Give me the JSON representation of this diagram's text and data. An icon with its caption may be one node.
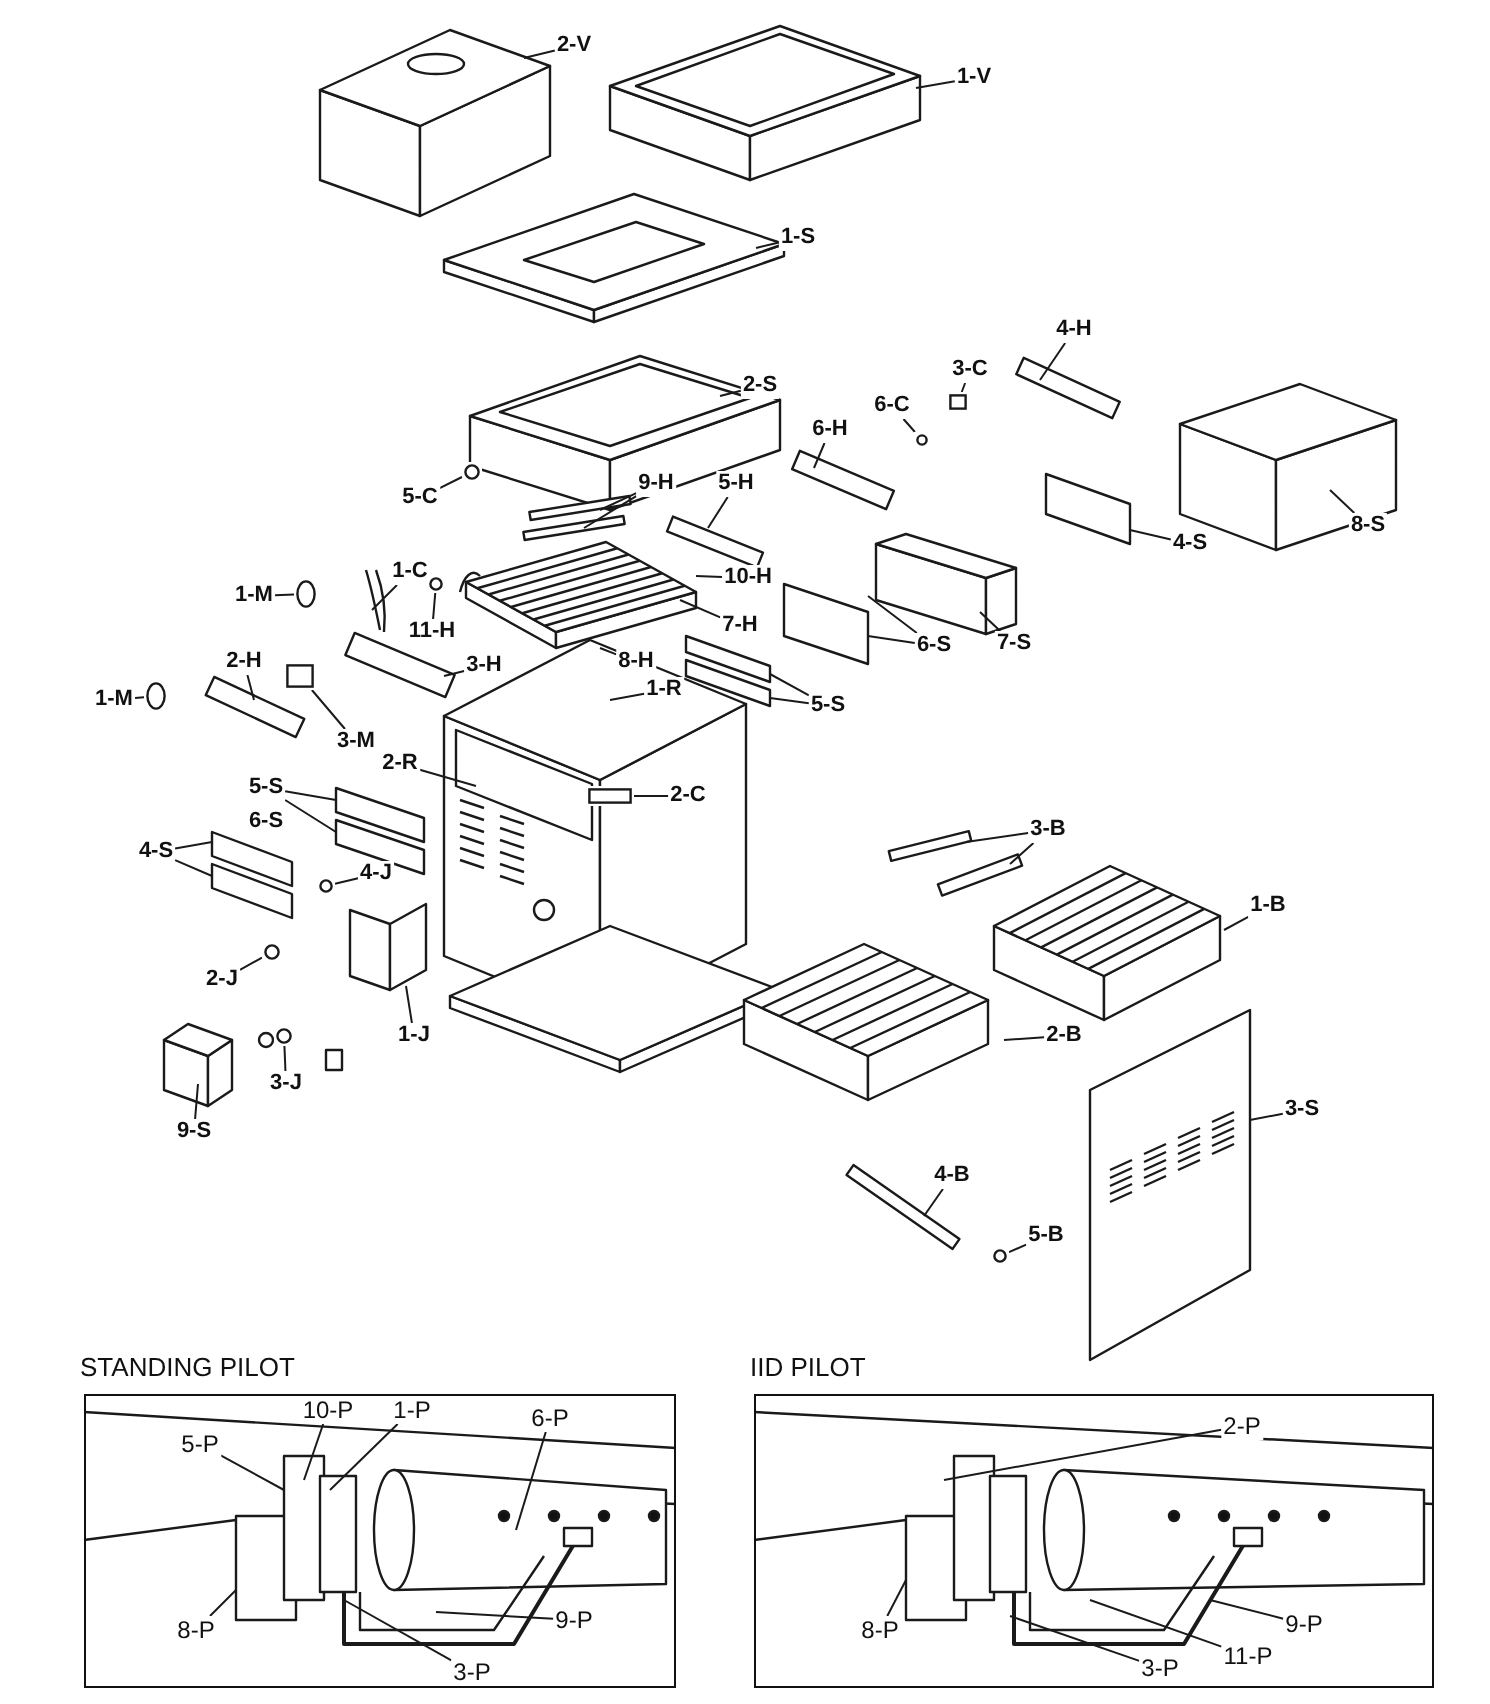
{
  "diagram": {
    "nodes": [
      {
        "text": [
          "2-V"
        ]
      },
      {
        "text": [
          "1-V"
        ]
      },
      {
        "text": [
          "1-S"
        ]
      },
      {
        "text": [
          "2-S"
        ]
      },
      {
        "text": [
          "5-C"
        ]
      },
      {
        "text": [
          "9-H"
        ]
      },
      {
        "text": [
          "5-H"
        ]
      },
      {
        "text": [
          "6-H"
        ]
      },
      {
        "text": [
          "6-C"
        ]
      },
      {
        "text": [
          "3-C"
        ]
      },
      {
        "text": [
          "4-H"
        ]
      },
      {
        "text": [
          "8-S"
        ]
      },
      {
        "text": [
          "4-S"
        ]
      },
      {
        "text": [
          "7-S"
        ]
      },
      {
        "text": [
          "6-S"
        ]
      },
      {
        "text": [
          "1-M"
        ]
      },
      {
        "text": [
          "1-C"
        ]
      },
      {
        "text": [
          "11-H"
        ]
      },
      {
        "text": [
          "10-H"
        ]
      },
      {
        "text": [
          "7-H"
        ]
      },
      {
        "text": [
          "8-H"
        ]
      },
      {
        "text": [
          "3-H"
        ]
      },
      {
        "text": [
          "2-H"
        ]
      },
      {
        "text": [
          "1-M"
        ]
      },
      {
        "text": [
          "3-M"
        ]
      },
      {
        "text": [
          "1-R"
        ]
      },
      {
        "text": [
          "2-R"
        ]
      },
      {
        "text": [
          "2-C"
        ]
      },
      {
        "text": [
          "5-S"
        ]
      },
      {
        "text": [
          "4-S"
        ]
      },
      {
        "text": [
          "4-J"
        ]
      },
      {
        "text": [
          "2-J"
        ]
      },
      {
        "text": [
          "1-J"
        ]
      },
      {
        "text": [
          "3-J"
        ]
      },
      {
        "text": [
          "9-S"
        ]
      },
      {
        "text": [
          "3-B"
        ]
      },
      {
        "text": [
          "1-B"
        ]
      },
      {
        "text": [
          "2-B"
        ]
      },
      {
        "text": [
          "3-S"
        ]
      },
      {
        "text": [
          "4-B"
        ]
      },
      {
        "text": [
          "5-B"
        ]
      },
      {
        "text": [
          "5-S"
        ]
      },
      {
        "text": [
          "STANDING PILOT"
        ]
      },
      {
        "text": [
          "10-P"
        ],
        "in": 42
      },
      {
        "text": [
          "1-P"
        ],
        "in": 42
      },
      {
        "text": [
          "5-P"
        ],
        "in": 42
      },
      {
        "text": [
          "6-P"
        ],
        "in": 42
      },
      {
        "text": [
          "8-P"
        ],
        "in": 42
      },
      {
        "text": [
          "9-P"
        ],
        "in": 42
      },
      {
        "text": [
          "3-P"
        ],
        "in": 42
      },
      {
        "text": [
          "IID PILOT"
        ]
      },
      {
        "text": [
          "2-P"
        ],
        "in": 50
      },
      {
        "text": [
          "8-P"
        ],
        "in": 50
      },
      {
        "text": [
          "9-P"
        ],
        "in": 50
      },
      {
        "text": [
          "11-P"
        ],
        "in": 50
      },
      {
        "text": [
          "3-P"
        ],
        "in": 50
      },
      {
        "text": [],
        "shape": "circle"
      },
      {
        "text": [],
        "shape": "box"
      },
      {
        "text": [],
        "shape": "circle"
      },
      {
        "text": [],
        "shape": "circle"
      },
      {
        "text": [],
        "shape": "box"
      },
      {
        "text": [],
        "shape": "box"
      },
      {
        "text": [],
        "shape": "circle"
      },
      {
        "text": [],
        "shape": "circle"
      },
      {
        "text": [],
        "shape": "circle"
      },
      {
        "text": [],
        "shape": "circle"
      },
      {
        "text": [],
        "shape": "circle"
      },
      {
        "text": [],
        "shape": "circle"
      }
    ],
    "edges": [
      {
        "from": 0,
        "to": null,
        "arrow": "none"
      },
      {
        "from": 1,
        "to": null,
        "arrow": "none"
      },
      {
        "from": 2,
        "to": null,
        "arrow": "none"
      },
      {
        "from": 3,
        "to": null,
        "arrow": "none"
      },
      {
        "from": 4,
        "to": 56,
        "arrow": "none"
      },
      {
        "from": 5,
        "to": null,
        "arrow": "none"
      },
      {
        "from": 5,
        "to": null,
        "arrow": "none"
      },
      {
        "from": 6,
        "to": null,
        "arrow": "none"
      },
      {
        "from": 7,
        "to": null,
        "arrow": "none"
      },
      {
        "from": 8,
        "to": 67,
        "arrow": "none"
      },
      {
        "from": 9,
        "to": 57,
        "arrow": "none"
      },
      {
        "from": 10,
        "to": null,
        "arrow": "none"
      },
      {
        "from": 11,
        "to": null,
        "arrow": "none"
      },
      {
        "from": 12,
        "to": null,
        "arrow": "none"
      },
      {
        "from": 13,
        "to": null,
        "arrow": "none"
      },
      {
        "from": 14,
        "to": null,
        "arrow": "none"
      },
      {
        "from": 14,
        "to": null,
        "arrow": "none"
      },
      {
        "from": 15,
        "to": 58,
        "arrow": "none"
      },
      {
        "from": 16,
        "to": null,
        "arrow": "none"
      },
      {
        "from": 17,
        "to": 66,
        "arrow": "none"
      },
      {
        "from": 18,
        "to": null,
        "arrow": "none"
      },
      {
        "from": 19,
        "to": null,
        "arrow": "none"
      },
      {
        "from": 20,
        "to": null,
        "arrow": "none"
      },
      {
        "from": 21,
        "to": null,
        "arrow": "none"
      },
      {
        "from": 22,
        "to": null,
        "arrow": "none"
      },
      {
        "from": 23,
        "to": 59,
        "arrow": "none"
      },
      {
        "from": 24,
        "to": 60,
        "arrow": "none"
      },
      {
        "from": 25,
        "to": null,
        "arrow": "none"
      },
      {
        "from": 26,
        "to": null,
        "arrow": "none"
      },
      {
        "from": 27,
        "to": 61,
        "arrow": "none"
      },
      {
        "from": 28,
        "to": null,
        "arrow": "none"
      },
      {
        "from": 28,
        "to": null,
        "arrow": "none"
      },
      {
        "from": 29,
        "to": null,
        "arrow": "none"
      },
      {
        "from": 29,
        "to": null,
        "arrow": "none"
      },
      {
        "from": 30,
        "to": 62,
        "arrow": "none"
      },
      {
        "from": 31,
        "to": 63,
        "arrow": "none"
      },
      {
        "from": 32,
        "to": null,
        "arrow": "none"
      },
      {
        "from": 33,
        "to": 64,
        "arrow": "none"
      },
      {
        "from": 34,
        "to": null,
        "arrow": "none"
      },
      {
        "from": 35,
        "to": null,
        "arrow": "none"
      },
      {
        "from": 35,
        "to": null,
        "arrow": "none"
      },
      {
        "from": 36,
        "to": null,
        "arrow": "none"
      },
      {
        "from": 37,
        "to": null,
        "arrow": "none"
      },
      {
        "from": 38,
        "to": null,
        "arrow": "none"
      },
      {
        "from": 39,
        "to": null,
        "arrow": "none"
      },
      {
        "from": 40,
        "to": 65,
        "arrow": "none"
      },
      {
        "from": 41,
        "to": null,
        "arrow": "none"
      },
      {
        "from": 41,
        "to": null,
        "arrow": "none"
      },
      {
        "from": 43,
        "to": null,
        "arrow": "none"
      },
      {
        "from": 44,
        "to": null,
        "arrow": "none"
      },
      {
        "from": 45,
        "to": null,
        "arrow": "none"
      },
      {
        "from": 46,
        "to": null,
        "arrow": "none"
      },
      {
        "from": 47,
        "to": null,
        "arrow": "none"
      },
      {
        "from": 48,
        "to": null,
        "arrow": "none"
      },
      {
        "from": 49,
        "to": null,
        "arrow": "none"
      },
      {
        "from": 51,
        "to": null,
        "arrow": "none"
      },
      {
        "from": 52,
        "to": null,
        "arrow": "none"
      },
      {
        "from": 53,
        "to": null,
        "arrow": "none"
      },
      {
        "from": 54,
        "to": null,
        "arrow": "none"
      },
      {
        "from": 55,
        "to": null,
        "arrow": "none"
      }
    ],
    "labels": [
      "6-S"
    ]
  }
}
